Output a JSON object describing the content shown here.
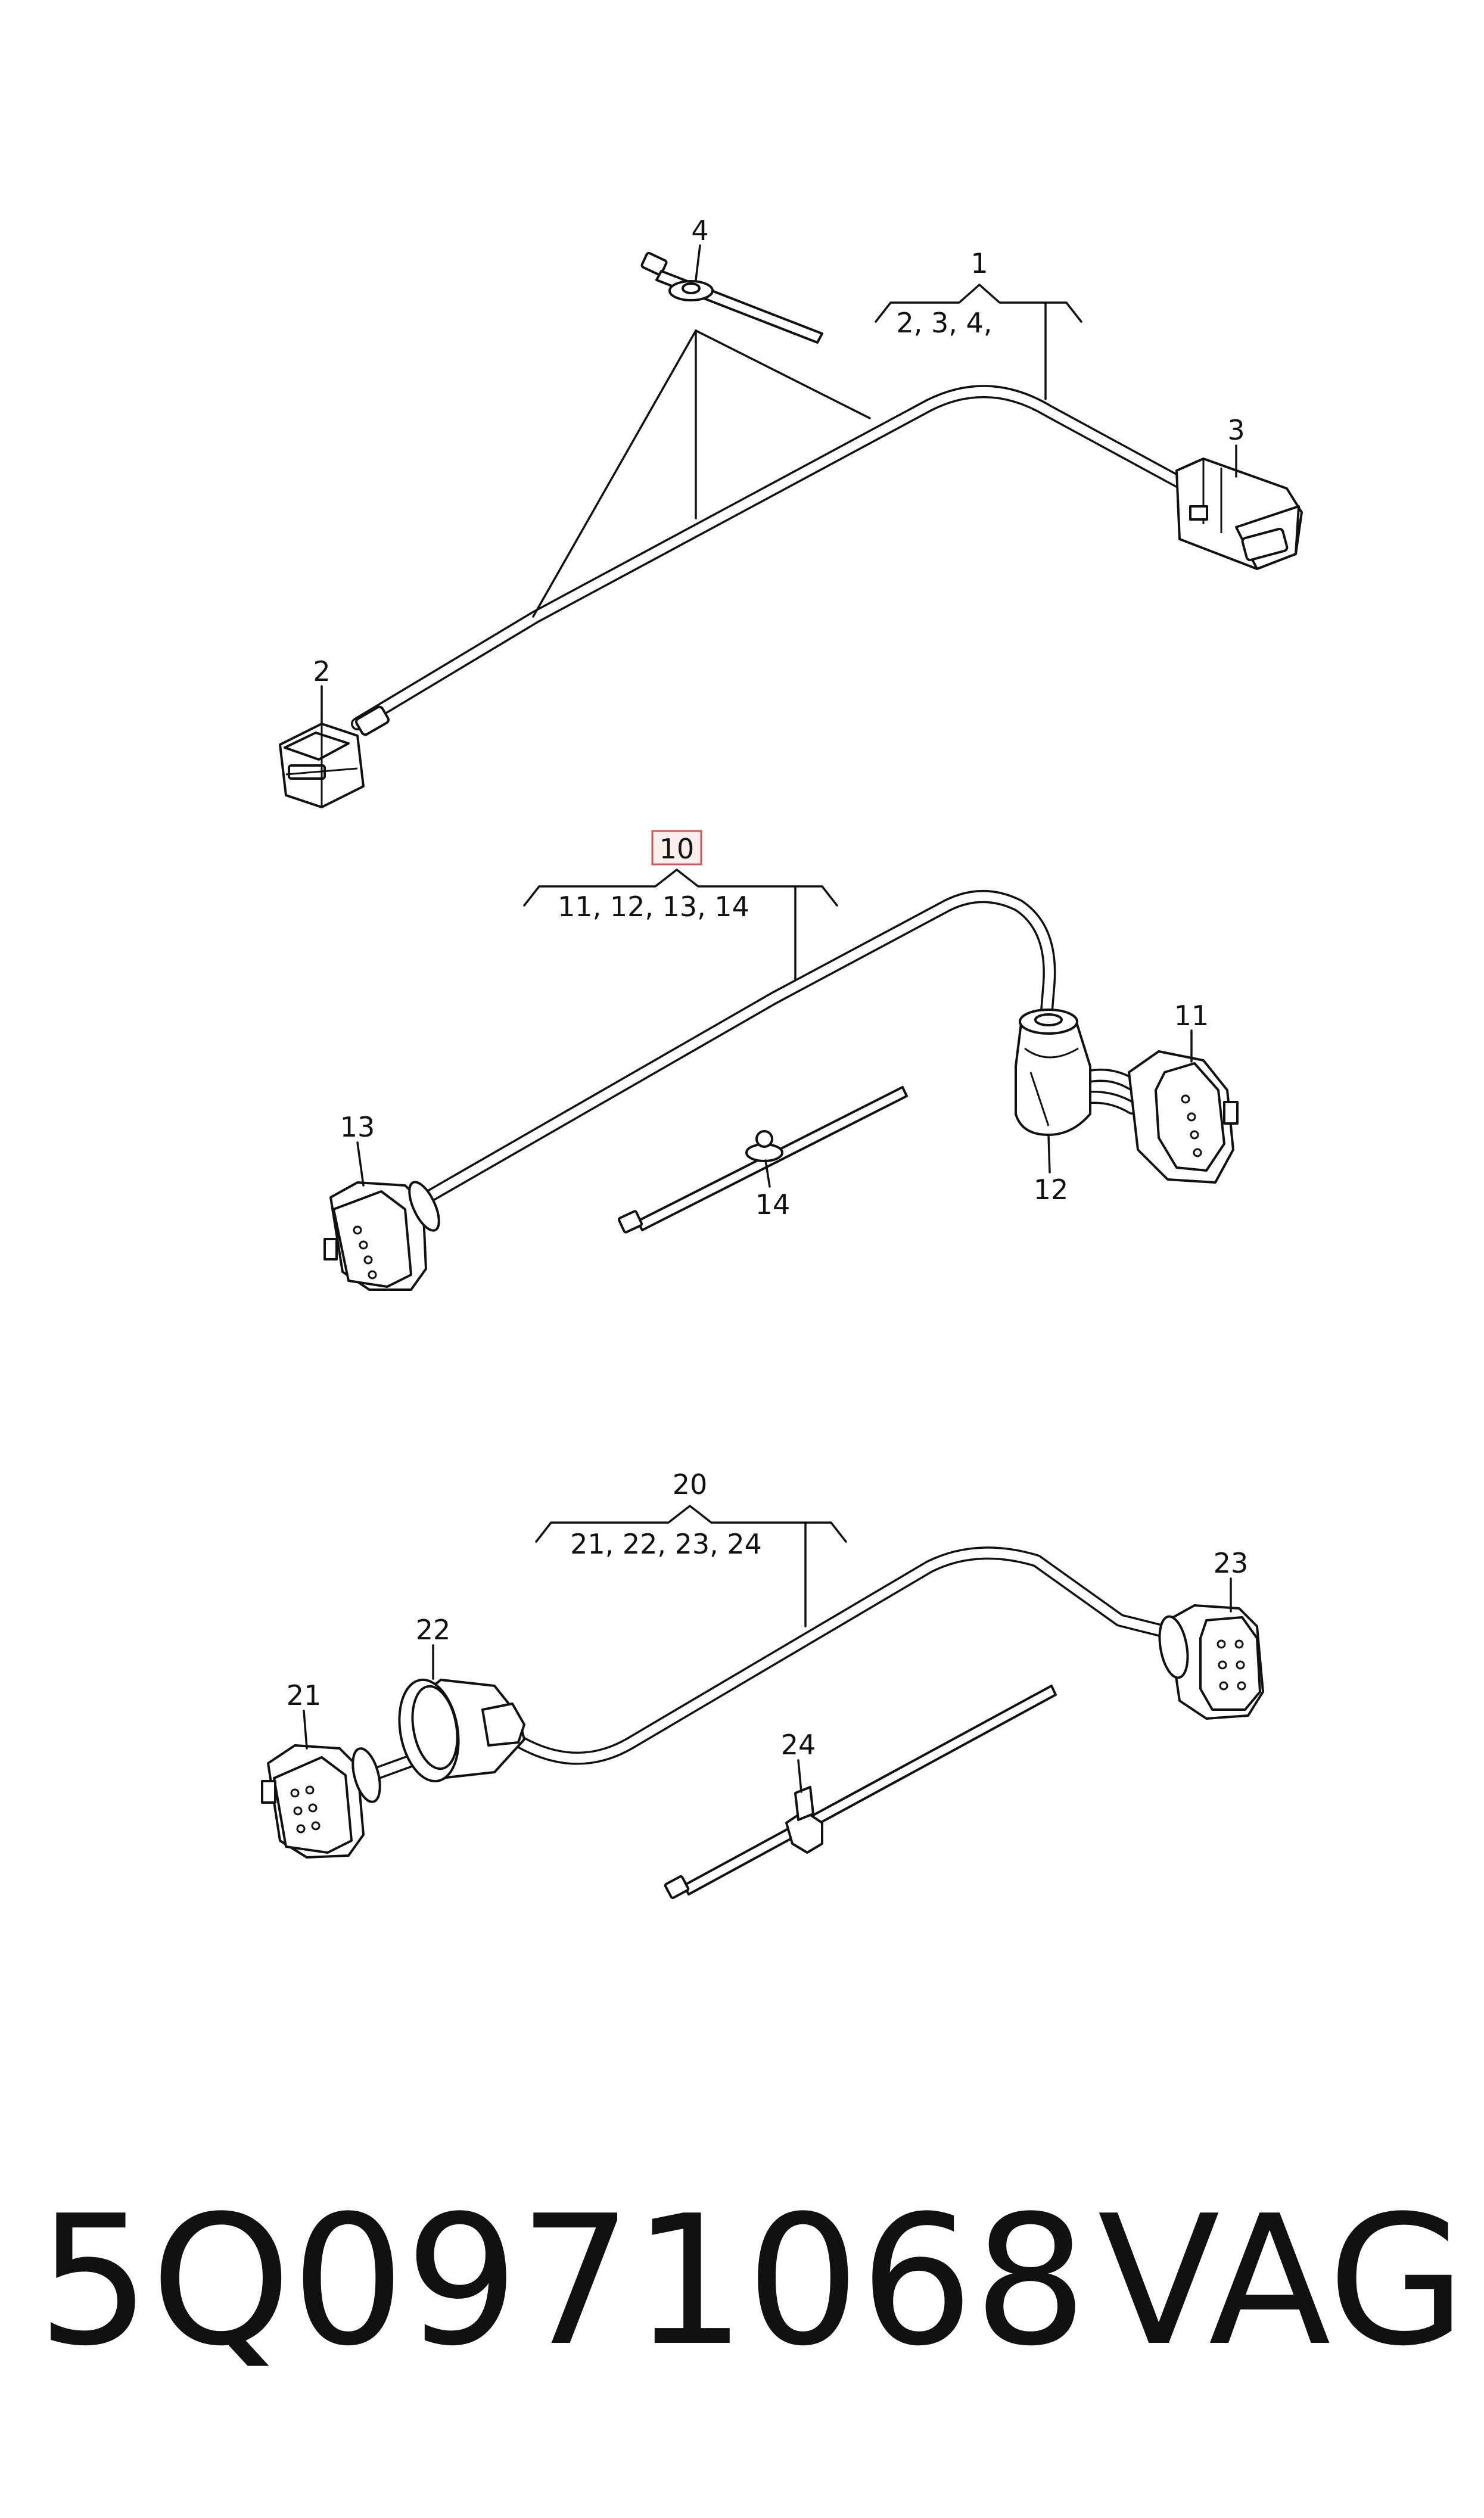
{
  "groups": [
    {
      "id": "1",
      "components": "2, 3, 4,",
      "highlighted": false
    },
    {
      "id": "10",
      "components": "11, 12, 13, 14",
      "highlighted": true
    },
    {
      "id": "20",
      "components": "21, 22, 23, 24",
      "highlighted": false
    }
  ],
  "callouts": {
    "p2": "2",
    "p3": "3",
    "p4": "4",
    "p11": "11",
    "p12": "12",
    "p13": "13",
    "p14": "14",
    "p21": "21",
    "p22": "22",
    "p23": "23",
    "p24": "24"
  },
  "footer": {
    "part_number": "5Q0971068",
    "brand": "VAG"
  },
  "colors": {
    "line": "#111111",
    "highlight_border": "#d45555",
    "highlight_fill": "#fdeeee"
  }
}
